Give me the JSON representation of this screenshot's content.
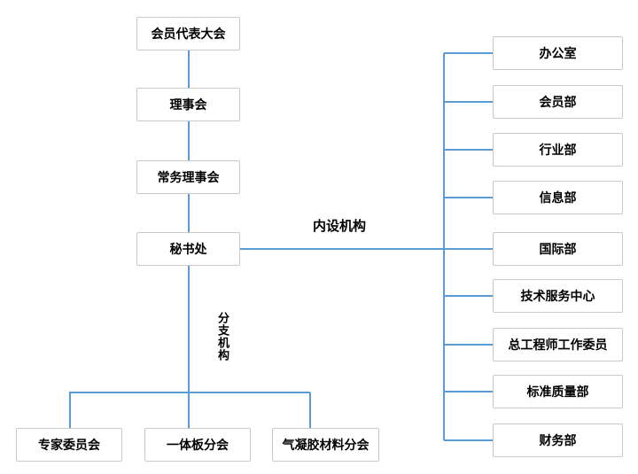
{
  "colors": {
    "connector": "#5b9bd5",
    "box_border": "#c9c9c9",
    "box_background": "#ffffff",
    "text": "#000000"
  },
  "nodes": {
    "chain": [
      "会员代表大会",
      "理事会",
      "常务理事会",
      "秘书处"
    ],
    "departments": [
      "办公室",
      "会员部",
      "行业部",
      "信息部",
      "国际部",
      "技术服务中心",
      "总工程师工作委员",
      "标准质量部",
      "财务部"
    ],
    "branches": [
      "专家委员会",
      "一体板分会",
      "气凝胶材料分会"
    ]
  },
  "labels": {
    "internal_orgs": "内设机构",
    "branch_orgs": "分支机构"
  }
}
